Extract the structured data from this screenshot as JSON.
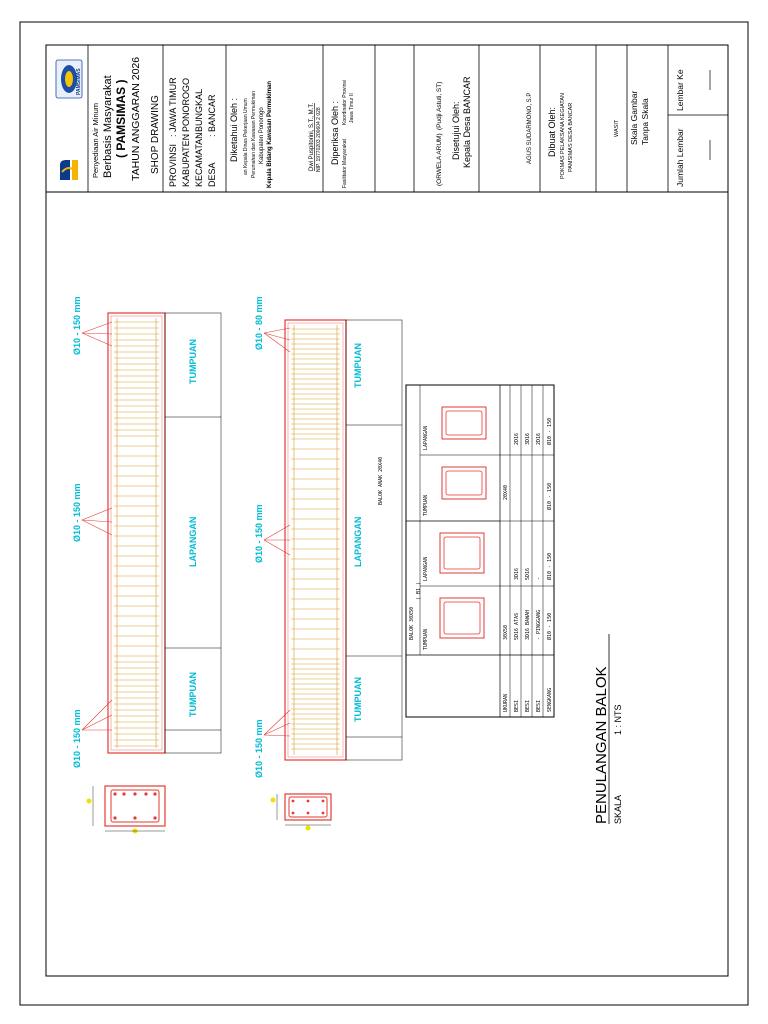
{
  "title_block": {
    "logo_text": "PAMSIMAS",
    "project_line1": "Penyediaan Air Minum",
    "project_line2": "Berbasis Masyarakat",
    "project_line3": "( PAMSIMAS )",
    "project_line4": "TAHUN ANGGARAN 2026",
    "drawing_type": "SHOP DRAWING",
    "location": [
      {
        "label": "PROVINSI",
        "value": ": JAWA TIMUR"
      },
      {
        "label": "KABUPATEN",
        "value": ": PONOROGO"
      },
      {
        "label": "KECAMATAN",
        "value": ": BUNGKAL"
      },
      {
        "label": "DESA",
        "value": ": BANCAR"
      }
    ],
    "known_by_title": "Diketahui Oleh :",
    "known_by_line1": "an Kepala Dinas Pekerjaan Umum",
    "known_by_line2": "Perumahan dan Kawasan Permukiman",
    "known_by_line3": "Kabupaten Ponorogo",
    "known_by_line4": "Kepala Bidang Kawasan Permukiman",
    "known_by_name": "Dwi Puspitorini, S.T., M.T.",
    "known_by_nip": "NIP. 19770203 200604 2 028",
    "checked_by_title": "Diperiksa Oleh :",
    "checked_by_line1": "Fasilitator Masyarakat",
    "checked_by_line2": "Koordinator Provinsi",
    "checked_by_line3": "Jawa Timur II",
    "checked_by_name1": "(ORWELA ARUM)",
    "checked_by_name2": "(Pudji Astuti, ST)",
    "approved_by_title": "Disetujui Oleh:",
    "approved_by_role": "Kepala Desa BANCAR",
    "approved_by_name": "AGUS SUDARMONO, S.P",
    "made_by_title": "Dibuat Oleh:",
    "made_by_line1": "POKMAS PELAKSANA KEGIATAN",
    "made_by_line2": "PAMSIMAS DESA BANCAR",
    "wasit": "WASIT",
    "scale_label": "Skala Gambar",
    "scale_value": "Tanpa Skala",
    "sheet_count_label": "Jumlah Lembar",
    "sheet_no_label": "Lembar Ke"
  },
  "drawing": {
    "beam1_spacings": [
      "Ø10 - 150 mm",
      "Ø10 - 150 mm",
      "Ø10 - 150 mm"
    ],
    "beam2_spacings": [
      "Ø10 - 150 mm",
      "Ø10 - 150 mm",
      "Ø10 - 80 mm"
    ],
    "zone_tumpuan": "TUMPUAN",
    "zone_lapangan": "LAPANGAN",
    "main_title": "PENULANGAN  BALOK",
    "scale_label": "SKALA",
    "scale_value": "1 : NTS"
  },
  "schedule": {
    "group1_title": "BALOK  30X50",
    "group1_sub": "( B1 )",
    "group2_title": "BALOK ANAK 20X40",
    "col_tumpuan": "TUMPUAN",
    "col_lapangan": "LAPANGAN",
    "rows": [
      {
        "label": "UKURAN",
        "c1": "30X50",
        "c2": "",
        "c3": "20X40",
        "c4": ""
      },
      {
        "label": "BESI",
        "c1": "5D16 ATAS",
        "c2": "3D16",
        "c3": "",
        "c4": "2D16"
      },
      {
        "label": "BESI",
        "c1": "3D16 BAWAH",
        "c2": "5D16",
        "c3": "",
        "c4": "3D16"
      },
      {
        "label": "BESI",
        "c1": "- PINGGANG",
        "c2": "-",
        "c3": "",
        "c4": "2D16"
      },
      {
        "label": "SENGKANG",
        "c1": "Ø10 - 150",
        "c2": "Ø10 - 150",
        "c3": "Ø10 - 150",
        "c4": "Ø10 - 150"
      }
    ]
  }
}
